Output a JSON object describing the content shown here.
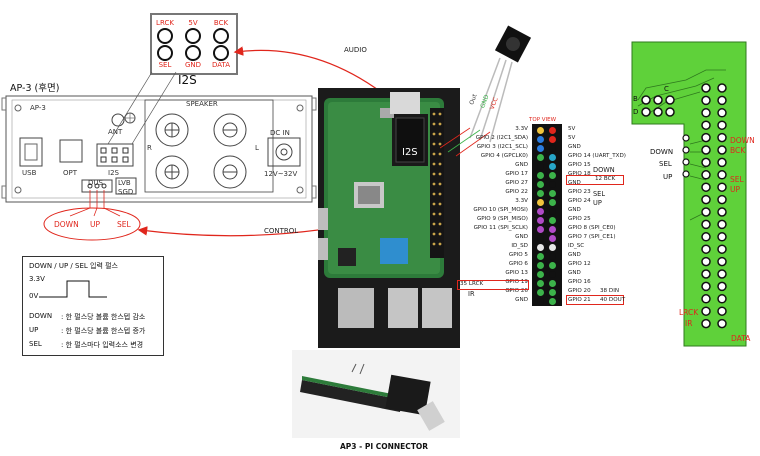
{
  "panel": {
    "title": "AP-3 (후면)",
    "label_ap3": "AP-3",
    "label_speaker": "SPEAKER",
    "label_ant": "ANT",
    "label_dcin": "DC IN",
    "label_usb": "USB",
    "label_opt": "OPT",
    "label_i2s": "I2S",
    "label_dus": "DUS",
    "label_lvb": "LVB",
    "label_sgd": "SGD",
    "label_voltage": "12V~32V",
    "label_r": "R",
    "label_l": "L",
    "btn_down": "DOWN",
    "btn_up": "UP",
    "btn_sel": "SEL"
  },
  "i2s_connector": {
    "title": "I2S",
    "pins_top": [
      "LRCK",
      "5V",
      "BCK"
    ],
    "pins_bottom": [
      "SEL",
      "GND",
      "DATA"
    ]
  },
  "arrows": {
    "audio": "AUDIO",
    "control": "CONTROL"
  },
  "legend": {
    "title": "DOWN / UP / SEL 입력 펄스",
    "level_high": "3.3V",
    "level_low": "0V",
    "items": [
      {
        "key": "DOWN",
        "desc": ": 한 펄스당 볼륨 한스텝 감소"
      },
      {
        "key": "UP",
        "desc": ": 한 펄스당 볼륨 한스텝 증가"
      },
      {
        "key": "SEL",
        "desc": ": 한 펄스마다 입력소스 변경"
      }
    ]
  },
  "photo": {
    "i2s_label": "I2S",
    "ir_wires": [
      "Out",
      "GND",
      "VCC"
    ]
  },
  "gpio": {
    "title": "TOP VIEW",
    "left": [
      "3.3V",
      "GPIO 2 (I2C1_SDA)",
      "GPIO 3 (I2C1_SCL)",
      "GPIO 4 (GPCLK0)",
      "GND",
      "GPIO 17",
      "GPIO 27",
      "GPIO 22",
      "3.3V",
      "GPIO 10 (SPI_MOSI)",
      "GPIO 9 (SPI_MISO)",
      "GPIO 11 (SPI_SCLK)",
      "GND",
      "ID_SD",
      "GPIO 5",
      "GPIO 6",
      "GPIO 13",
      "GPIO 19",
      "GPIO 26",
      "GND"
    ],
    "right": [
      "5V",
      "5V",
      "GND",
      "GPIO 14 (UART_TXD)",
      "GPIO 15",
      "GPIO 18",
      "GND",
      "GPIO 23",
      "GPIO 24",
      "GND",
      "GPIO 25",
      "GPIO 8 (SPI_CE0)",
      "GPIO 7 (SPI_CE1)",
      "ID_SC",
      "GND",
      "GPIO 12",
      "GND",
      "GPIO 16",
      "GPIO 20",
      "GPIO 21"
    ],
    "left_colors": [
      "#f0c43c",
      "#2a7de1",
      "#2a7de1",
      "#3cb34a",
      "#111111",
      "#3cb34a",
      "#3cb34a",
      "#3cb34a",
      "#f0c43c",
      "#b04ac7",
      "#b04ac7",
      "#b04ac7",
      "#111111",
      "#e8e8e8",
      "#3cb34a",
      "#3cb34a",
      "#3cb34a",
      "#3cb34a",
      "#3cb34a",
      "#111111"
    ],
    "right_colors": [
      "#e0261c",
      "#e0261c",
      "#111111",
      "#27a6c8",
      "#27a6c8",
      "#3cb34a",
      "#111111",
      "#3cb34a",
      "#3cb34a",
      "#111111",
      "#3cb34a",
      "#b04ac7",
      "#b04ac7",
      "#e8e8e8",
      "#111111",
      "#3cb34a",
      "#111111",
      "#3cb34a",
      "#3cb34a",
      "#3cb34a"
    ],
    "annot_down": "DOWN",
    "annot_sel": "SEL",
    "annot_up": "UP",
    "annot_bck": "12 BCK",
    "annot_lrck": "35 LRCK",
    "annot_ir": "IR",
    "annot_din": "38 DIN",
    "annot_dout": "40 DOUT"
  },
  "caption": "AP3 - PI CONNECTOR",
  "board": {
    "left_labels": [
      "DOWN",
      "SEL",
      "UP"
    ],
    "red_labels_right": [
      "DOWN",
      "BCK",
      "SEL",
      "UP"
    ],
    "red_lrck": "LRCK",
    "red_ir": "IR",
    "red_data": "DATA",
    "top_letters": [
      "B",
      "D",
      "C"
    ]
  }
}
